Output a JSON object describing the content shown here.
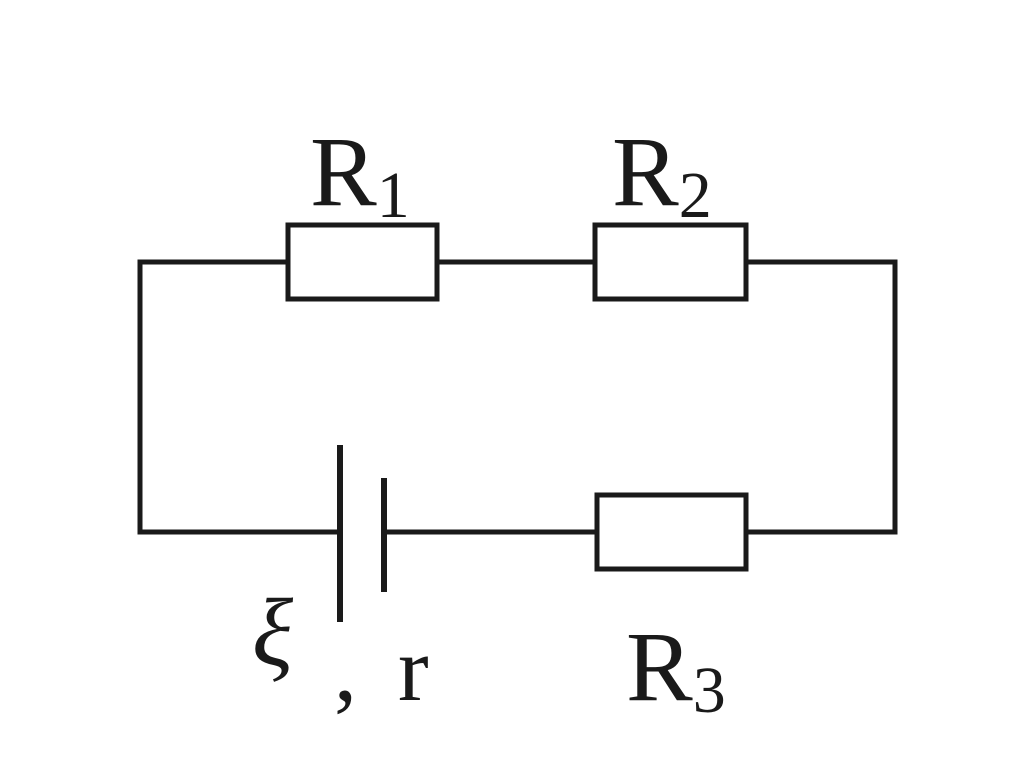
{
  "components": {
    "r1": {
      "letter": "R",
      "subscript": "1"
    },
    "r2": {
      "letter": "R",
      "subscript": "2"
    },
    "r3": {
      "letter": "R",
      "subscript": "3"
    },
    "source": {
      "emf_symbol": "ξ",
      "separator": ",",
      "internal_resistance": "r"
    }
  },
  "colors": {
    "line": "#1a1a1a",
    "background": "#ffffff"
  }
}
